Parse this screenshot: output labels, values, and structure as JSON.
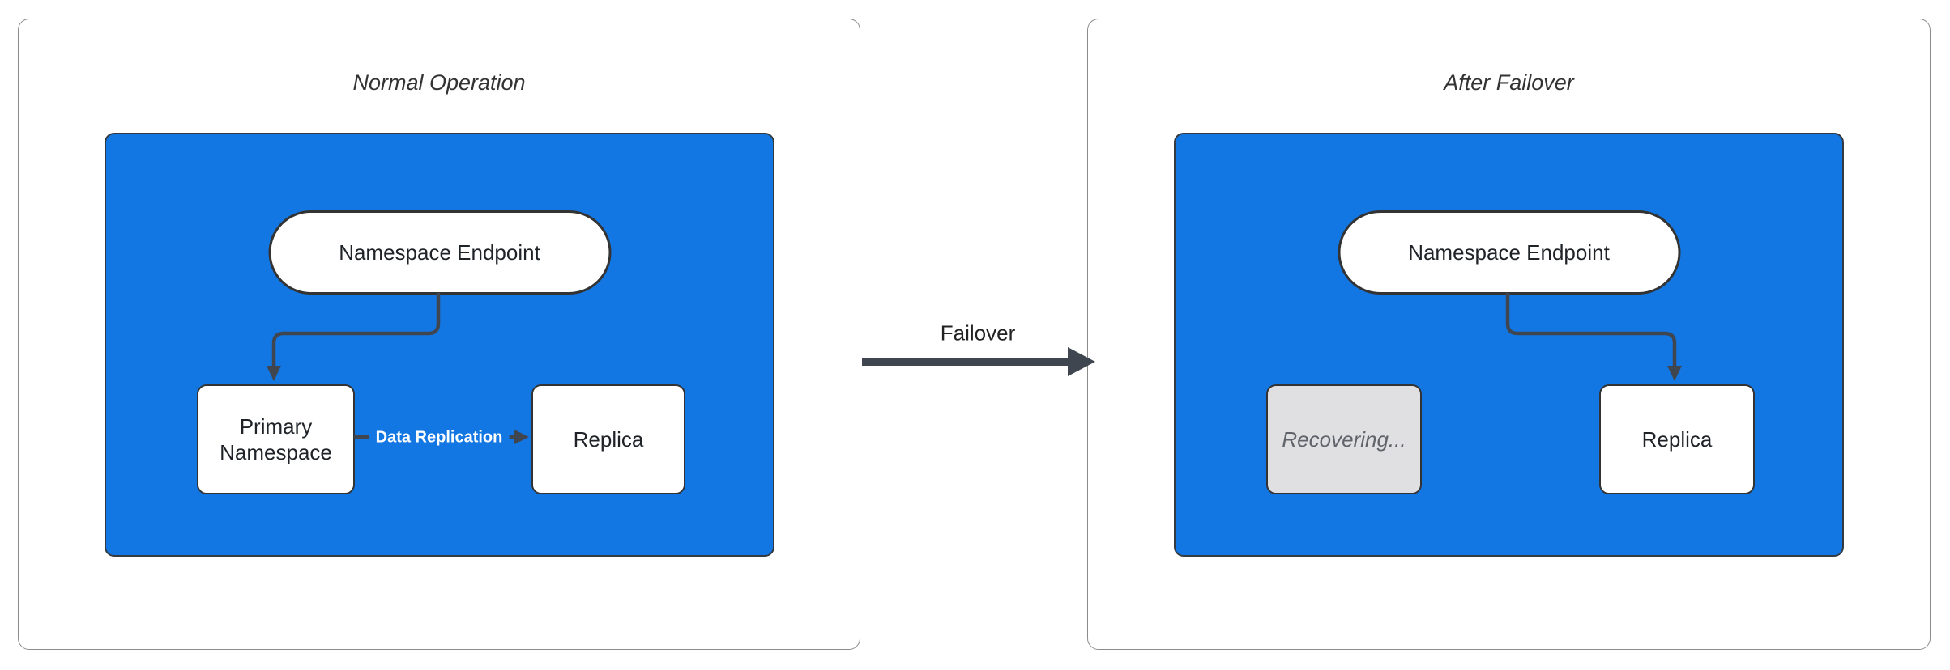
{
  "diagram": {
    "transition": {
      "label": "Failover"
    },
    "panels": [
      {
        "title": "Normal Operation",
        "nodes": [
          {
            "id": "endpoint",
            "label": "Namespace Endpoint",
            "shape": "stadium"
          },
          {
            "id": "primary",
            "label": "Primary Namespace",
            "shape": "rect"
          },
          {
            "id": "replica",
            "label": "Replica",
            "shape": "rect"
          }
        ],
        "edges": [
          {
            "from": "endpoint",
            "to": "primary",
            "label": ""
          },
          {
            "from": "primary",
            "to": "replica",
            "label": "Data Replication"
          }
        ]
      },
      {
        "title": "After Failover",
        "nodes": [
          {
            "id": "endpoint",
            "label": "Namespace Endpoint",
            "shape": "stadium"
          },
          {
            "id": "recovering",
            "label": "Recovering...",
            "shape": "rect",
            "state": "inactive"
          },
          {
            "id": "replica",
            "label": "Replica",
            "shape": "rect"
          }
        ],
        "edges": [
          {
            "from": "endpoint",
            "to": "replica",
            "label": ""
          }
        ]
      }
    ],
    "colors": {
      "container_fill": "#1377e3",
      "container_border": "#333a42",
      "node_fill": "#ffffff",
      "node_border": "#333333",
      "inactive_fill": "#e0e0e3",
      "inactive_text": "#60646a",
      "edge": "#3f4650",
      "panel_border": "#8c8c8c",
      "title_text": "#333333",
      "node_text": "#1f2328",
      "edge_label_text": "#ffffff"
    }
  }
}
